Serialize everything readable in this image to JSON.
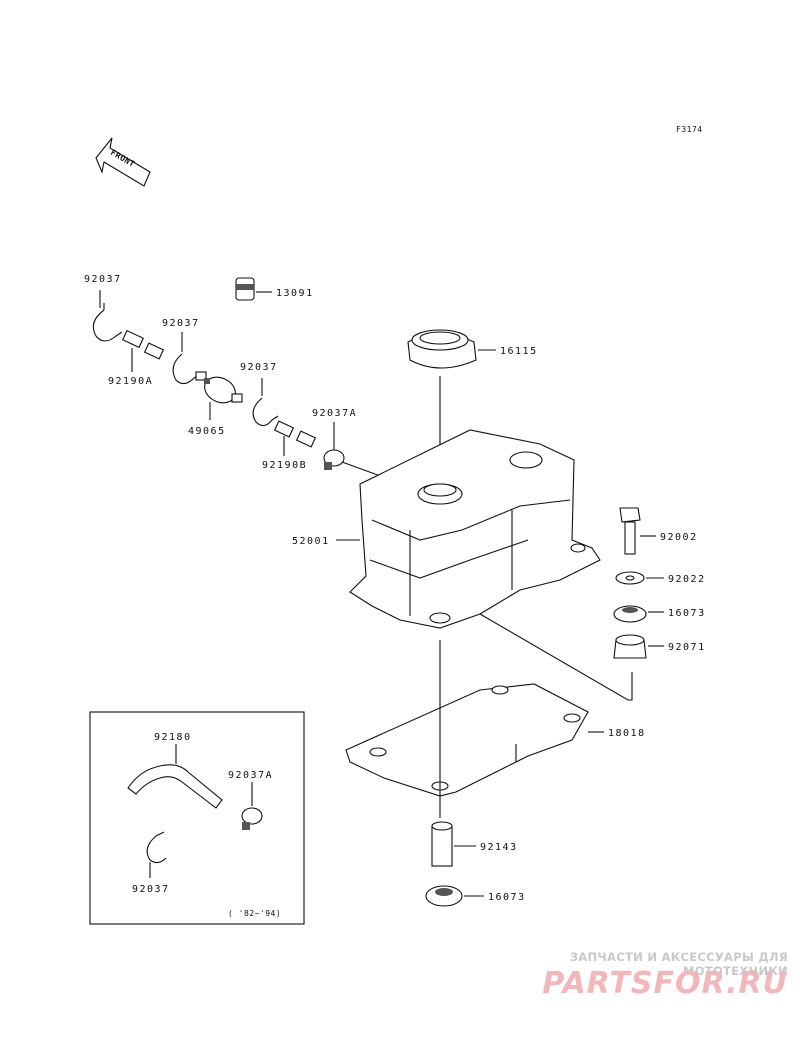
{
  "diagram_code": "F3174",
  "front_label": "FRONT",
  "parts": {
    "p92037_a": "92037",
    "p13091": "13091",
    "p92037_b": "92037",
    "p92190a": "92190A",
    "p92037_c": "92037",
    "p49065": "49065",
    "p16115": "16115",
    "p92037a": "92037A",
    "p92190b": "92190B",
    "p52001": "52001",
    "p92002": "92002",
    "p92022": "92022",
    "p16073_a": "16073",
    "p92071": "92071",
    "p18018": "18018",
    "p92143": "92143",
    "p16073_b": "16073"
  },
  "inset": {
    "p92180": "92180",
    "p92037a": "92037A",
    "p92037": "92037",
    "years": "( '82~'94)"
  },
  "watermark": {
    "tagline": "ЗАПЧАСТИ И АКСЕССУАРЫ ДЛЯ МОТОТЕХНИКИ",
    "logo": "PARTSFOR.RU"
  }
}
